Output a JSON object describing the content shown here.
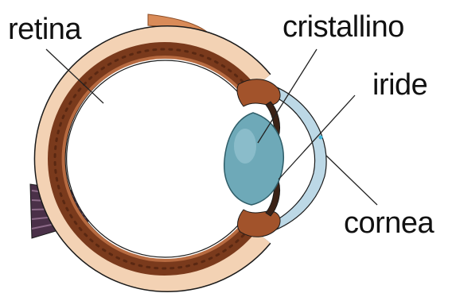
{
  "labels": {
    "retina": "retina",
    "cristallino": "cristallino",
    "iride": "iride",
    "cornea": "cornea"
  },
  "colors": {
    "background": "#ffffff",
    "outline": "#1a1a1a",
    "sclera": "#f3d2b4",
    "choroid": "#7a3a1c",
    "retina_layer": "#b76a40",
    "lens": "#6ea9b8",
    "cornea": "#bcd8e6",
    "iris": "#3b2216",
    "ciliary_body": "#a2532b",
    "optic_nerve": "#4a3048",
    "muscle": "#d98b58",
    "pointer": "#222222"
  }
}
